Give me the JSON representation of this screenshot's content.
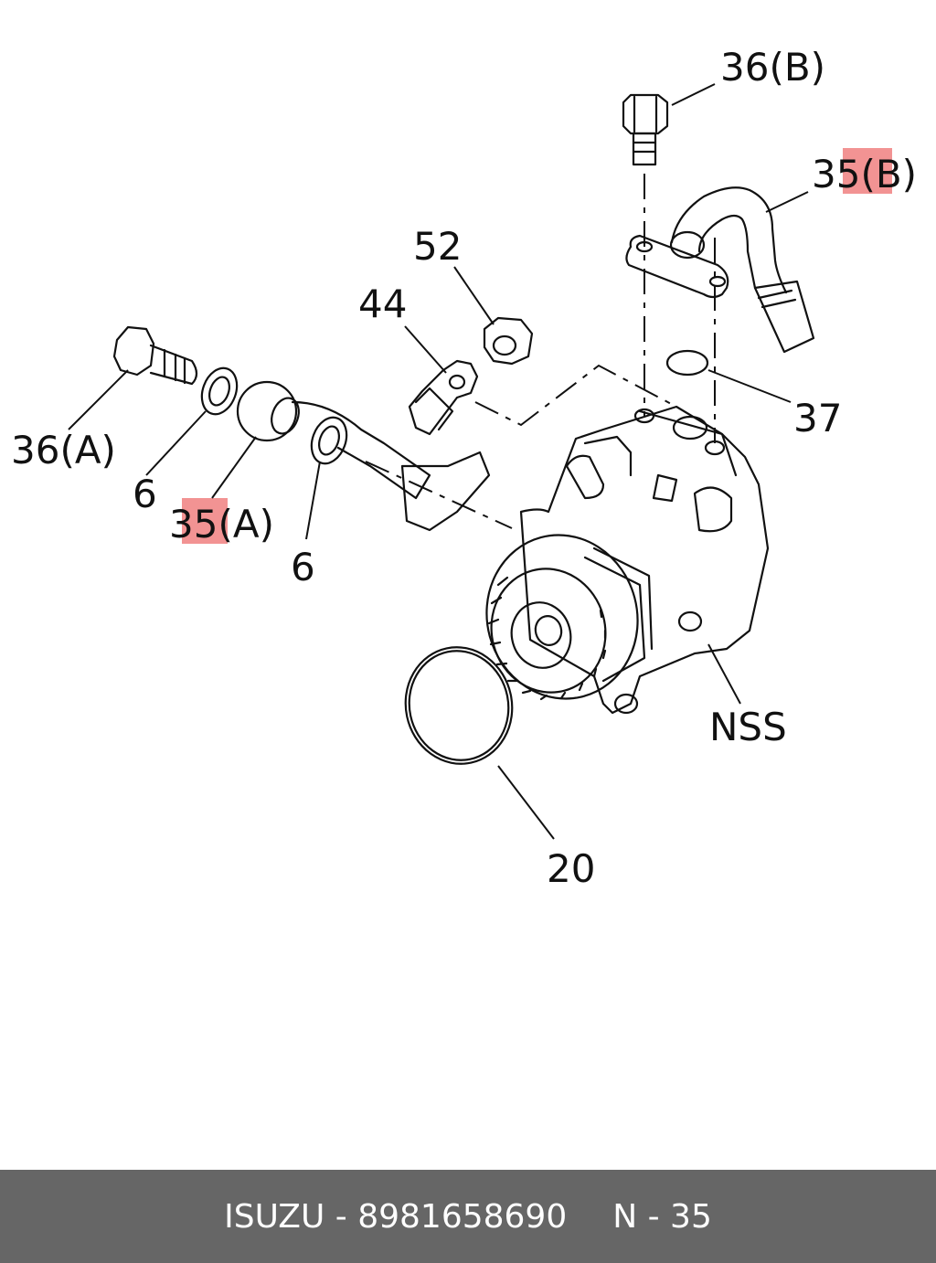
{
  "callouts": {
    "c36b": "36(B)",
    "c35b_pre": "3",
    "c35b_hl": "5(B",
    "c35b_post": ")",
    "c52": "52",
    "c44": "44",
    "c37": "37",
    "c36a": "36(A)",
    "c6a": "6",
    "c35a_hl": "35",
    "c35a_post": "(A)",
    "c6b": "6",
    "cnss": "NSS",
    "c20": "20"
  },
  "highlight_color": "#f08080",
  "footer": {
    "left": "ISUZU - 8981658690",
    "right": "N - 35"
  },
  "footer_color": "#666666"
}
